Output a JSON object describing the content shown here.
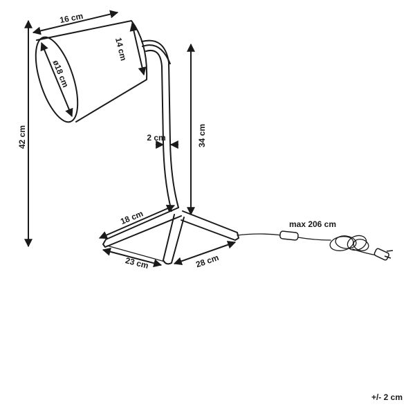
{
  "dimensions": {
    "total_height": "42 cm",
    "shade_top_width": "16 cm",
    "shade_side_length": "14 cm",
    "shade_diameter": "ø18 cm",
    "arm_height": "34 cm",
    "tube_thickness": "2 cm",
    "base_back_leg": "18 cm",
    "base_left_leg": "23 cm",
    "base_right_leg": "28 cm",
    "cable_length": "max 206 cm"
  },
  "tolerance": "+/- 2 cm",
  "colors": {
    "line": "#1a1a1a",
    "background": "#ffffff"
  }
}
